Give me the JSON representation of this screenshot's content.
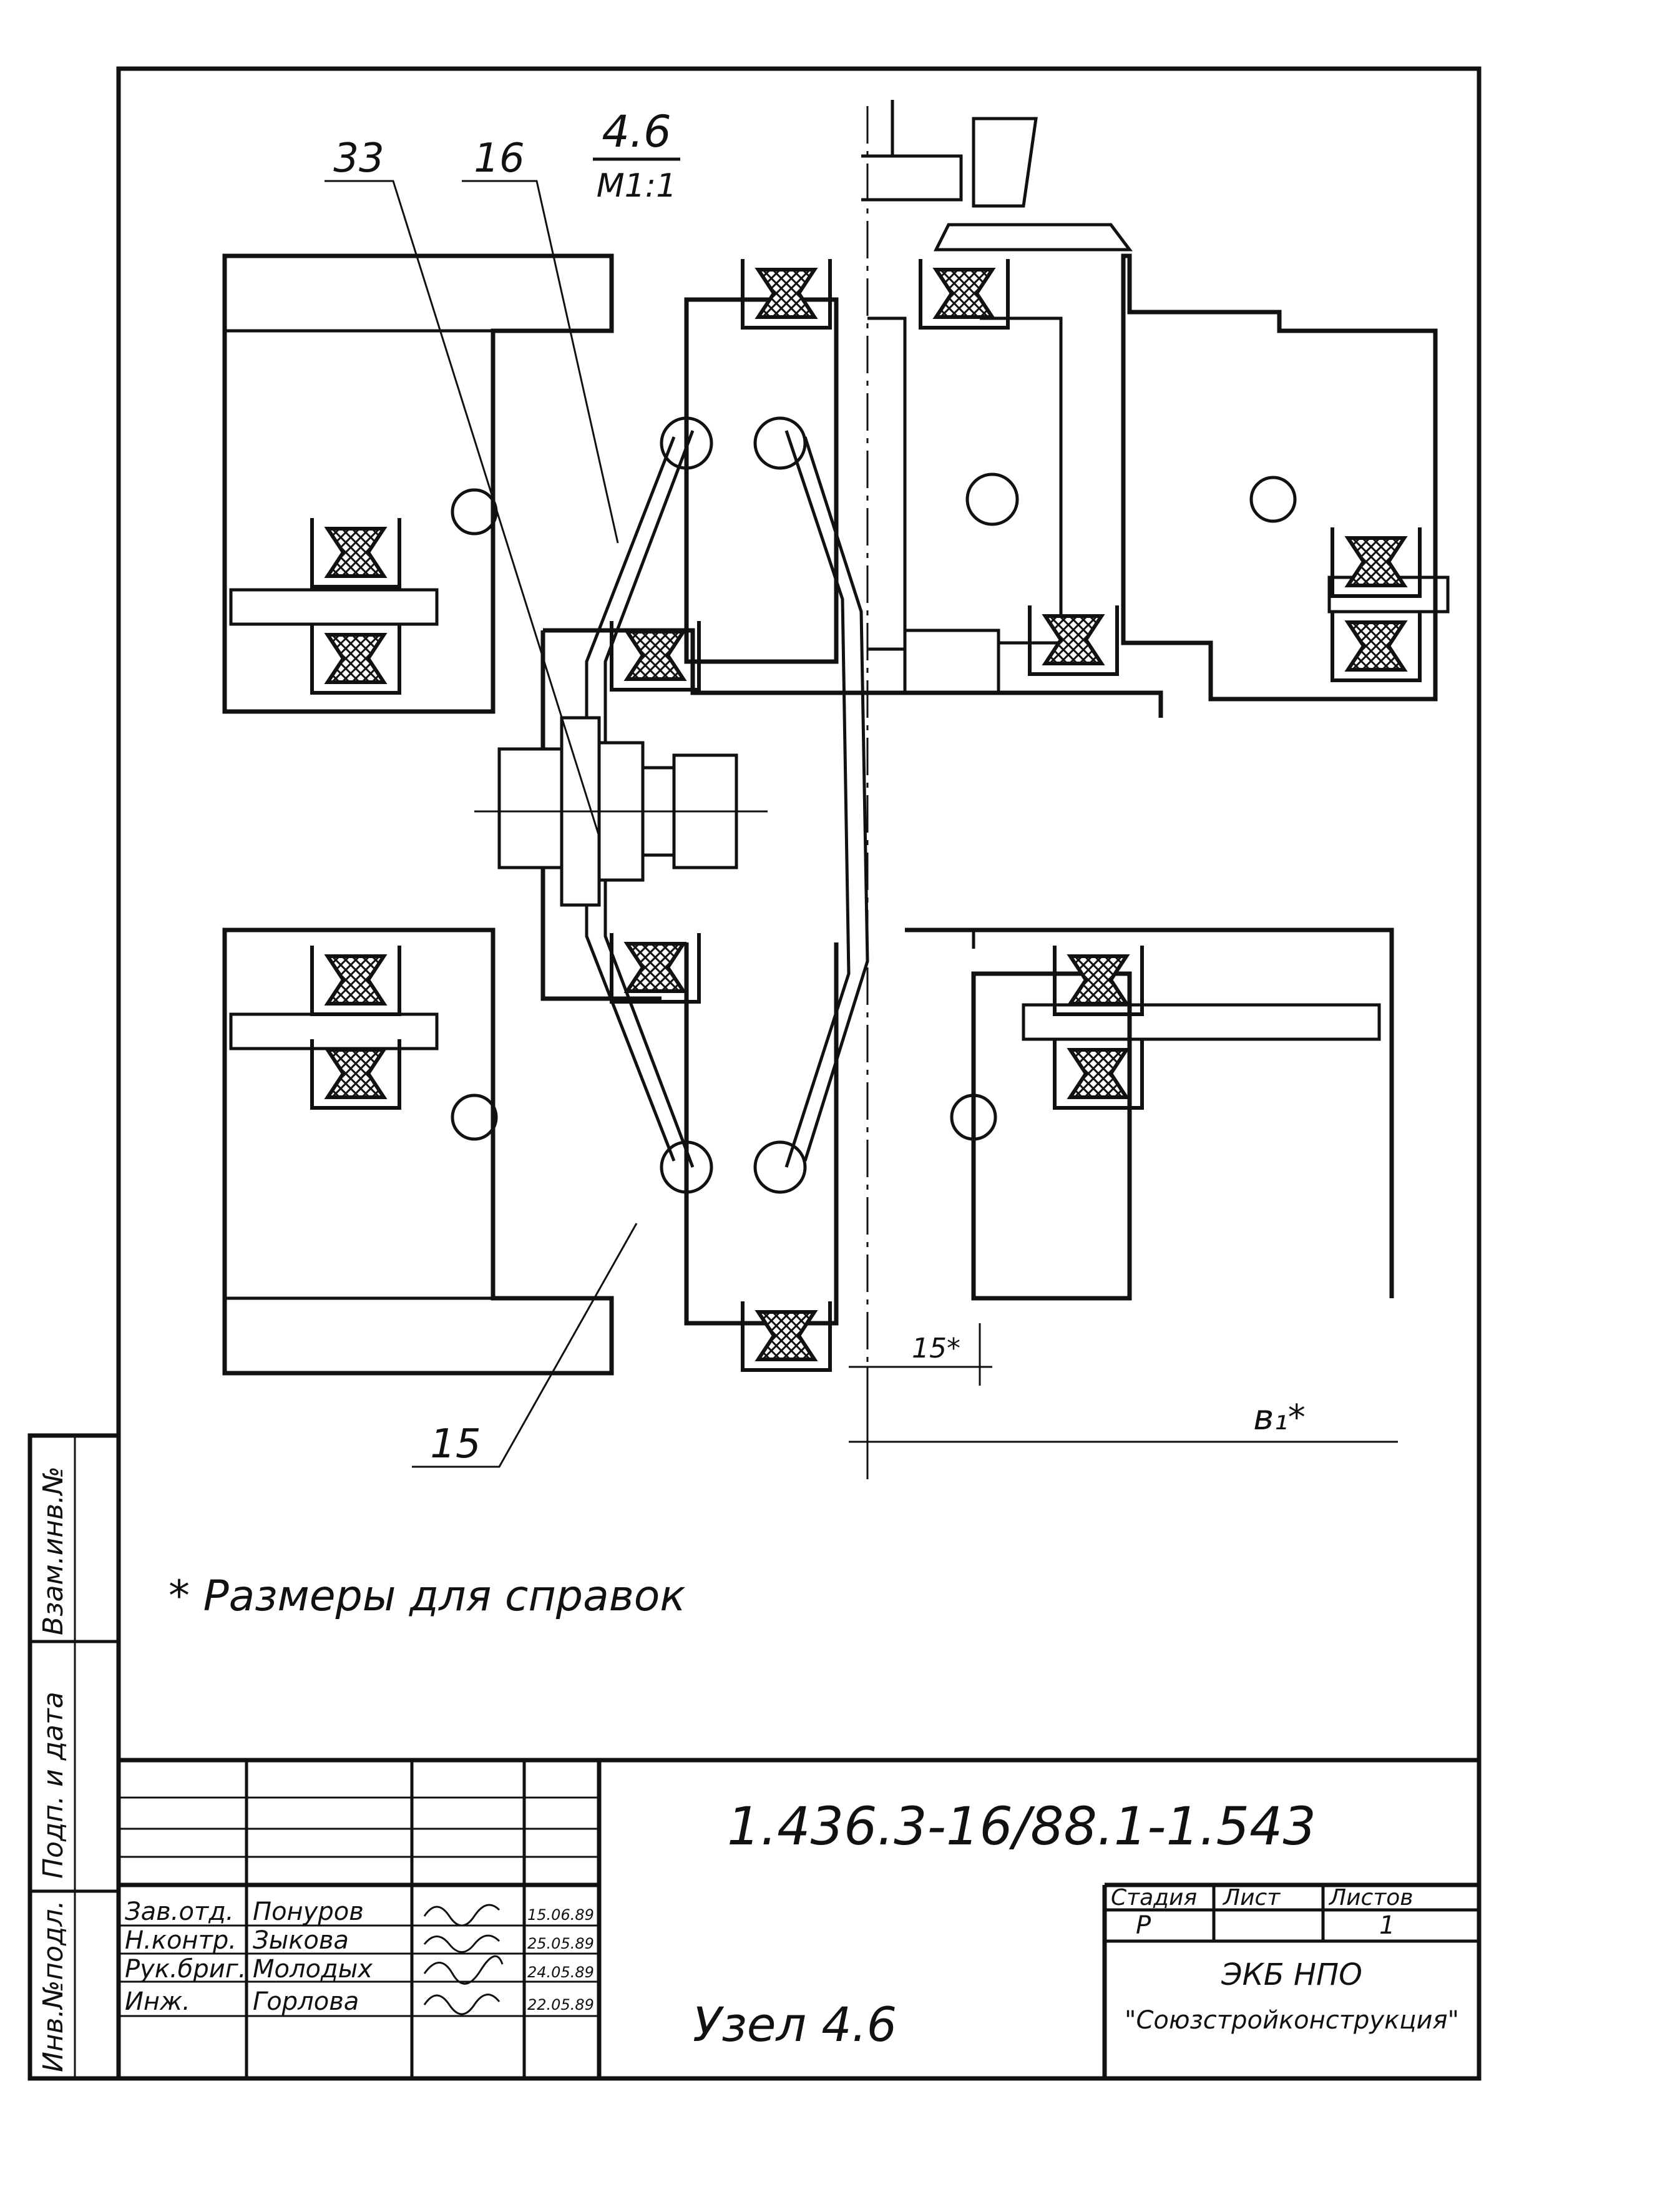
{
  "drawing": {
    "node_label": "4.6",
    "scale": "М1:1",
    "callouts": [
      "33",
      "16",
      "15"
    ],
    "dim_15": "15*",
    "dim_b1": "в₁*",
    "note": "* Размеры для справок"
  },
  "side_strip": {
    "field_1": "Взам.инв.№",
    "field_2": "Подп. и дата",
    "field_3": "Инв.№подл."
  },
  "title_block": {
    "document_code": "1.436.3-16/88.1-1.543",
    "title": "Узел 4.6",
    "stage_header": "Стадия",
    "sheet_header": "Лист",
    "sheets_header": "Листов",
    "stage": "Р",
    "sheet": "",
    "sheets": "1",
    "org_line1": "ЭКБ НПО",
    "org_line2": "\"Союзстройконструкция\"",
    "rows": [
      {
        "role": "Зав.отд.",
        "name": "Понуров",
        "date": "15.06.89"
      },
      {
        "role": "Н.контр.",
        "name": "Зыкова",
        "date": "25.05.89"
      },
      {
        "role": "Рук.бриг.",
        "name": "Молодых",
        "date": "24.05.89"
      },
      {
        "role": "Инж.",
        "name": "Горлова",
        "date": "22.05.89"
      }
    ]
  }
}
